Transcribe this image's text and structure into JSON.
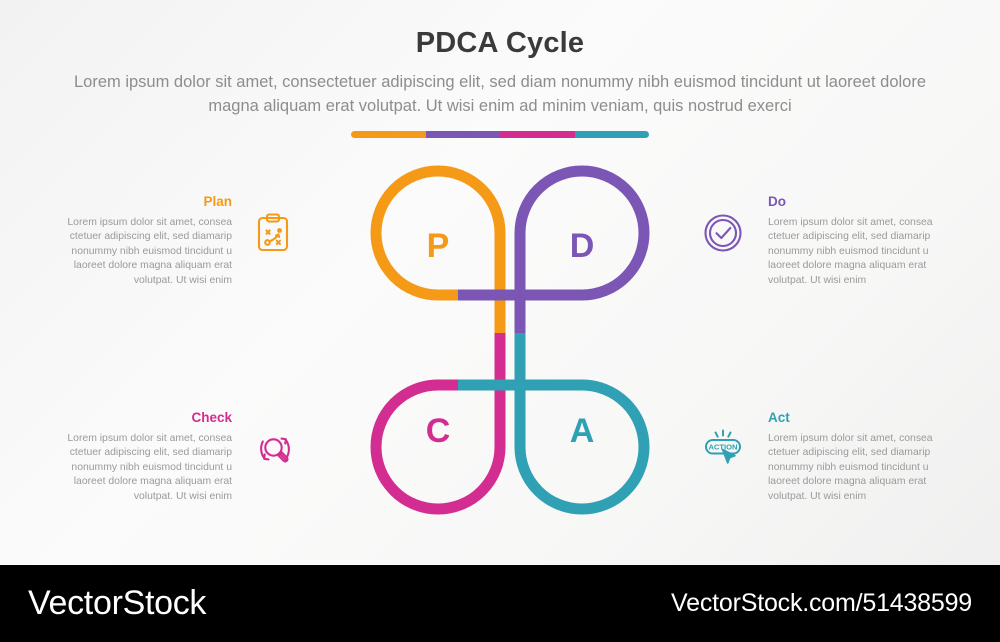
{
  "header": {
    "title": "PDCA Cycle",
    "subtitle": "Lorem ipsum dolor sit amet, consectetuer adipiscing elit, sed diam nonummy nibh euismod tincidunt ut laoreet dolore magna aliquam erat volutpat. Ut wisi enim ad minim veniam, quis nostrud exerci"
  },
  "colors": {
    "plan": "#F59A16",
    "do": "#7B56B5",
    "check": "#D42D91",
    "act": "#30A0B4",
    "title": "#3a3a3a",
    "body_text": "#9a9a9a",
    "footer_bg": "#000000"
  },
  "divider": {
    "segments": [
      "#F59A16",
      "#7B56B5",
      "#D42D91",
      "#30A0B4"
    ]
  },
  "diagram": {
    "quadrants": [
      {
        "key": "plan",
        "letter": "P",
        "color": "#F59A16",
        "position": "top-left"
      },
      {
        "key": "do",
        "letter": "D",
        "color": "#7B56B5",
        "position": "top-right"
      },
      {
        "key": "check",
        "letter": "C",
        "color": "#D42D91",
        "position": "bottom-left"
      },
      {
        "key": "act",
        "letter": "A",
        "color": "#30A0B4",
        "position": "bottom-right"
      }
    ]
  },
  "sections": {
    "plan": {
      "label": "Plan",
      "color": "#F59A16",
      "icon": "clipboard-strategy-icon",
      "description": "Lorem ipsum dolor sit amet, consea ctetuer adipiscing elit, sed diamarip nonummy nibh euismod tincidunt u laoreet dolore magna aliquam erat volutpat. Ut wisi enim"
    },
    "do": {
      "label": "Do",
      "color": "#7B56B5",
      "icon": "check-circle-icon",
      "description": "Lorem ipsum dolor sit amet, consea ctetuer adipiscing elit, sed diamarip nonummy nibh euismod tincidunt u laoreet dolore magna aliquam erat volutpat. Ut wisi enim"
    },
    "check": {
      "label": "Check",
      "color": "#D42D91",
      "icon": "magnifier-refresh-icon",
      "description": "Lorem ipsum dolor sit amet, consea ctetuer adipiscing elit, sed diamarip nonummy nibh euismod tincidunt u laoreet dolore magna aliquam erat volutpat. Ut wisi enim"
    },
    "act": {
      "label": "Act",
      "color": "#30A0B4",
      "icon": "action-button-cursor-icon",
      "description": "Lorem ipsum dolor sit amet, consea ctetuer adipiscing elit, sed diamarip nonummy nibh euismod tincidunt u laoreet dolore magna aliquam erat volutpat. Ut wisi enim",
      "icon_text": "ACTION"
    }
  },
  "footer": {
    "brand": "VectorStock",
    "url": "VectorStock.com/51438599"
  }
}
